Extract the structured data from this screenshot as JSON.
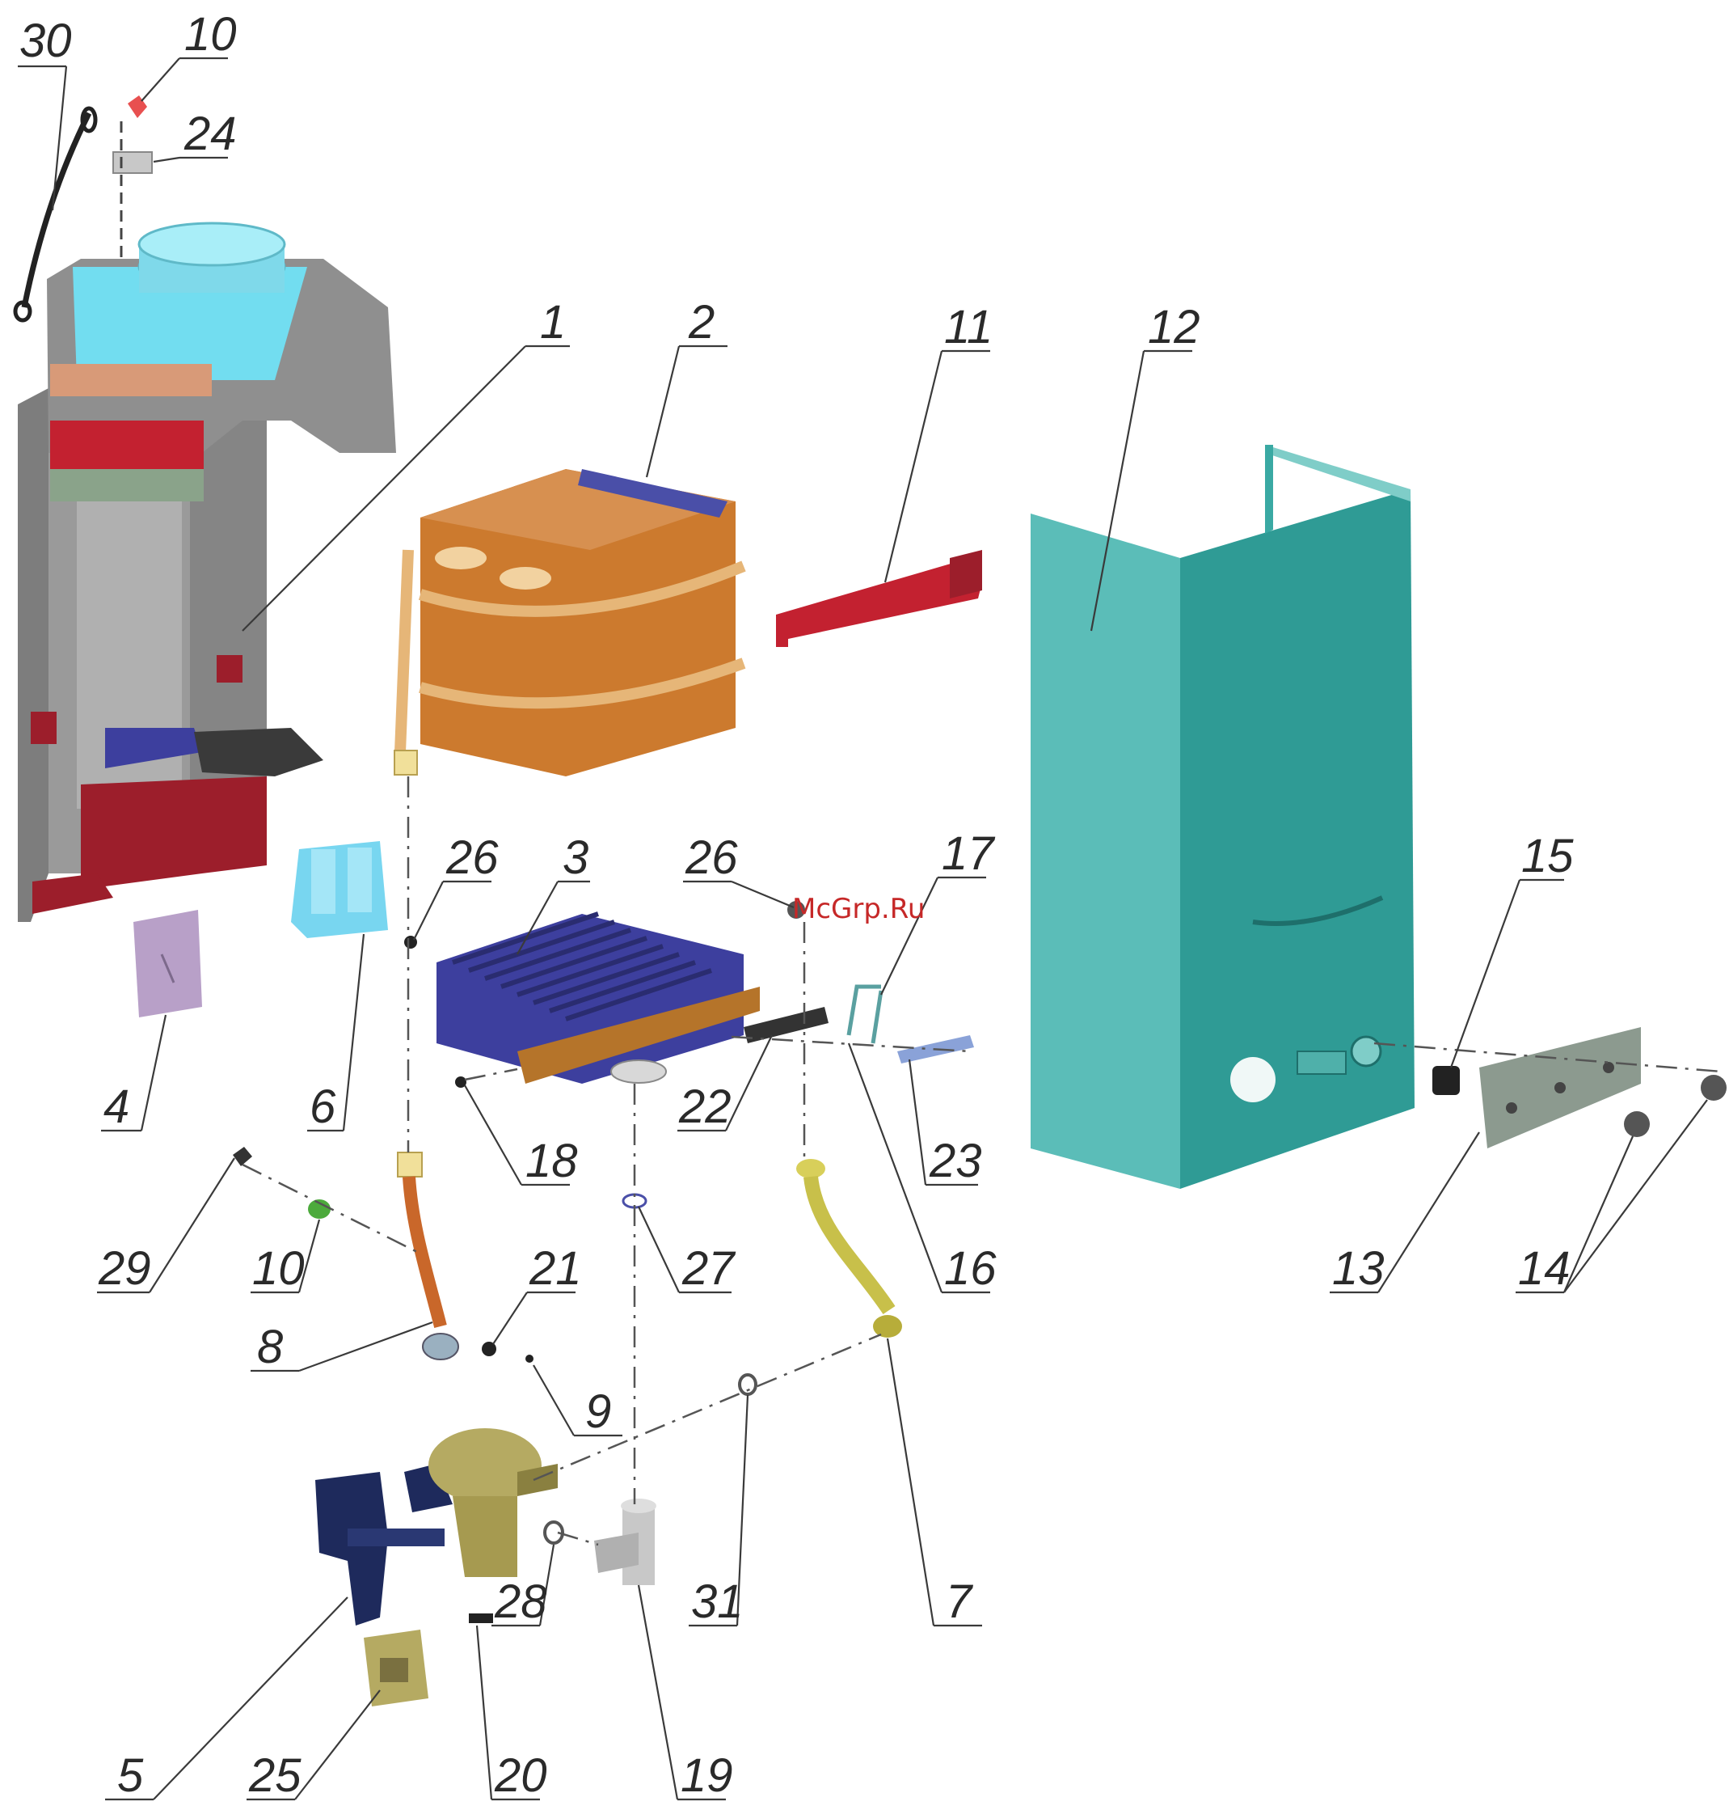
{
  "watermark": "McGrp.Ru",
  "callouts": [
    "30",
    "10",
    "24",
    "1",
    "2",
    "11",
    "12",
    "26",
    "3",
    "26",
    "17",
    "15",
    "4",
    "6",
    "22",
    "23",
    "18",
    "29",
    "10",
    "21",
    "27",
    "16",
    "13",
    "14",
    "8",
    "9",
    "28",
    "31",
    "7",
    "5",
    "25",
    "20",
    "19"
  ],
  "colors": {
    "body_gray": "#8d8d8d",
    "hood_blue": "#72ddf0",
    "burner_red": "#9c1e2b",
    "exchanger_orange": "#cc7a2e",
    "casing_teal": "#5bbdb8",
    "panel_gray": "#8c9a8f",
    "burner_blue": "#3d3f9e",
    "mauve": "#b8a0c8",
    "olive": "#c8c04a",
    "water_valve_navy": "#1e2a5c",
    "gas_valve_khaki": "#b5aa62"
  }
}
